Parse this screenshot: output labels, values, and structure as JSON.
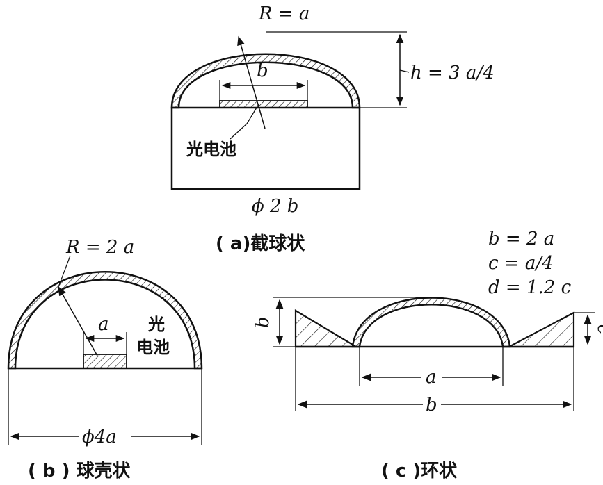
{
  "diagram_a": {
    "radius_label": "R = a",
    "cell_width_label": "b",
    "height_label": "h = 3 a/4",
    "cell_label": "光电池",
    "diameter_label": "ϕ 2 b",
    "caption": "( a)截球状"
  },
  "diagram_b": {
    "radius_label": "R = 2 a",
    "cell_width_label": "a",
    "cell_label_line1": "光",
    "cell_label_line2": "电池",
    "diameter_label": "ϕ4a",
    "caption": "( b ) 球壳状"
  },
  "diagram_c": {
    "eq_b": "b = 2 a",
    "eq_c": "c = a/4",
    "eq_d": "d = 1.2 c",
    "height_b_label": "b",
    "height_c_label": "c",
    "inner_width_label": "a",
    "outer_width_label": "b",
    "caption": "( c )环状"
  },
  "colors": {
    "ink": "#111111",
    "background": "#ffffff"
  }
}
